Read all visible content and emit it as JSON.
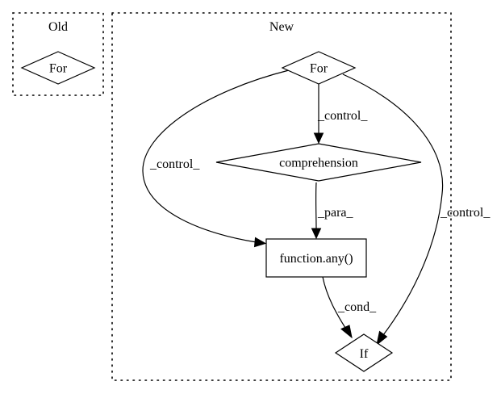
{
  "clusters": {
    "old": {
      "label": "Old"
    },
    "new": {
      "label": "New"
    }
  },
  "nodes": {
    "old_for": {
      "label": "For",
      "shape": "diamond"
    },
    "new_for": {
      "label": "For",
      "shape": "diamond"
    },
    "comprehension": {
      "label": "comprehension",
      "shape": "diamond"
    },
    "function_any": {
      "label": "function.any()",
      "shape": "box"
    },
    "if_node": {
      "label": "If",
      "shape": "diamond"
    }
  },
  "edges": [
    {
      "from": "For",
      "to": "comprehension",
      "label": "_control_"
    },
    {
      "from": "For",
      "to": "function.any()",
      "label": "_control_"
    },
    {
      "from": "For",
      "to": "If",
      "label": "_control_"
    },
    {
      "from": "comprehension",
      "to": "function.any()",
      "label": "_para_"
    },
    {
      "from": "function.any()",
      "to": "If",
      "label": "_cond_"
    }
  ],
  "colors": {
    "stroke": "#000000",
    "background": "#ffffff"
  }
}
